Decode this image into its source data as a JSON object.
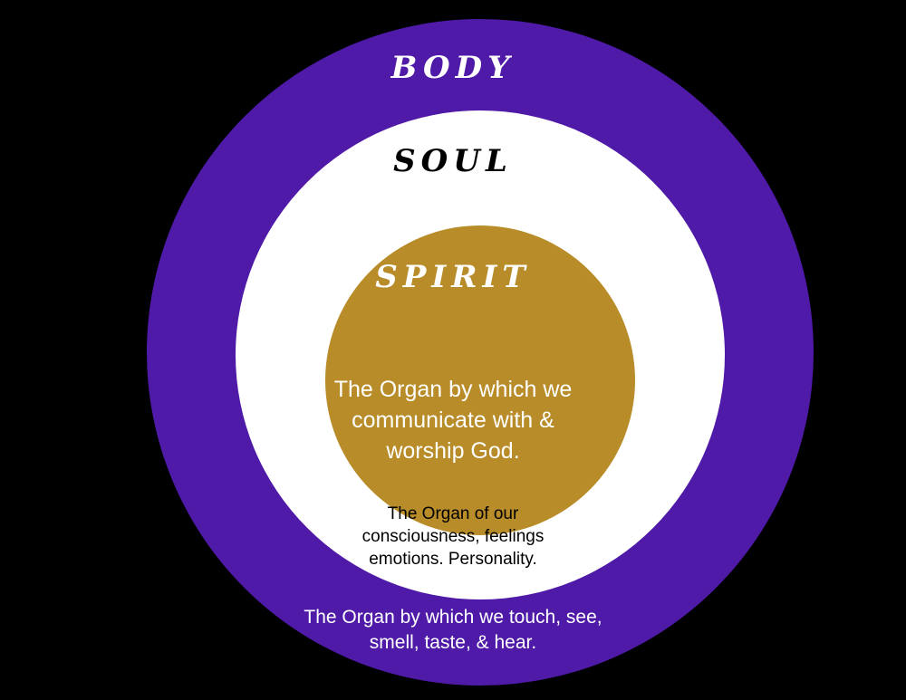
{
  "colors": {
    "background": "#000000",
    "body_ring": "#4f1aa8",
    "soul_ring": "#ffffff",
    "spirit_core": "#b88c28"
  },
  "body": {
    "title": "BODY",
    "description": [
      "The Organ by which we touch, see,",
      "smell, taste, & hear."
    ]
  },
  "soul": {
    "title": "SOUL",
    "description": [
      "The Organ of our",
      "consciousness, feelings",
      "emotions.  Personality."
    ]
  },
  "spirit": {
    "title": "SPIRIT",
    "description": [
      "The Organ by which we",
      "communicate with &",
      "worship God."
    ]
  }
}
